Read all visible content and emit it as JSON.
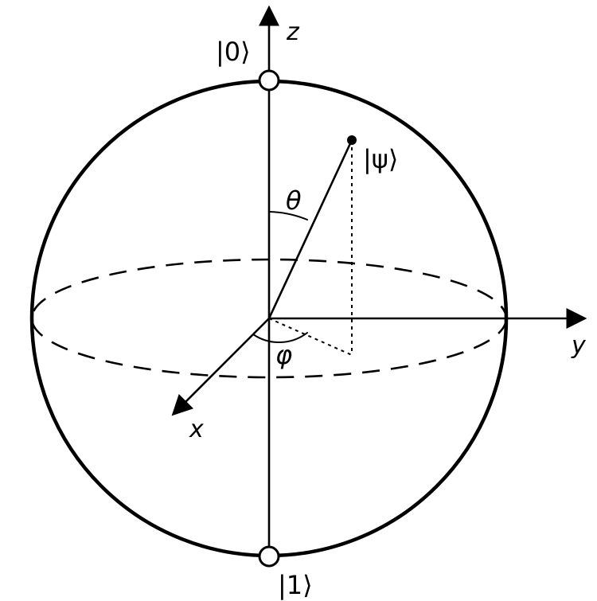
{
  "axes": {
    "z_label": "z",
    "y_label": "y",
    "x_label": "x"
  },
  "states": {
    "zero_label": "|0⟩",
    "one_label": "|1⟩",
    "psi_label": "|ψ⟩"
  },
  "angles": {
    "theta_label": "θ",
    "phi_label": "φ"
  }
}
